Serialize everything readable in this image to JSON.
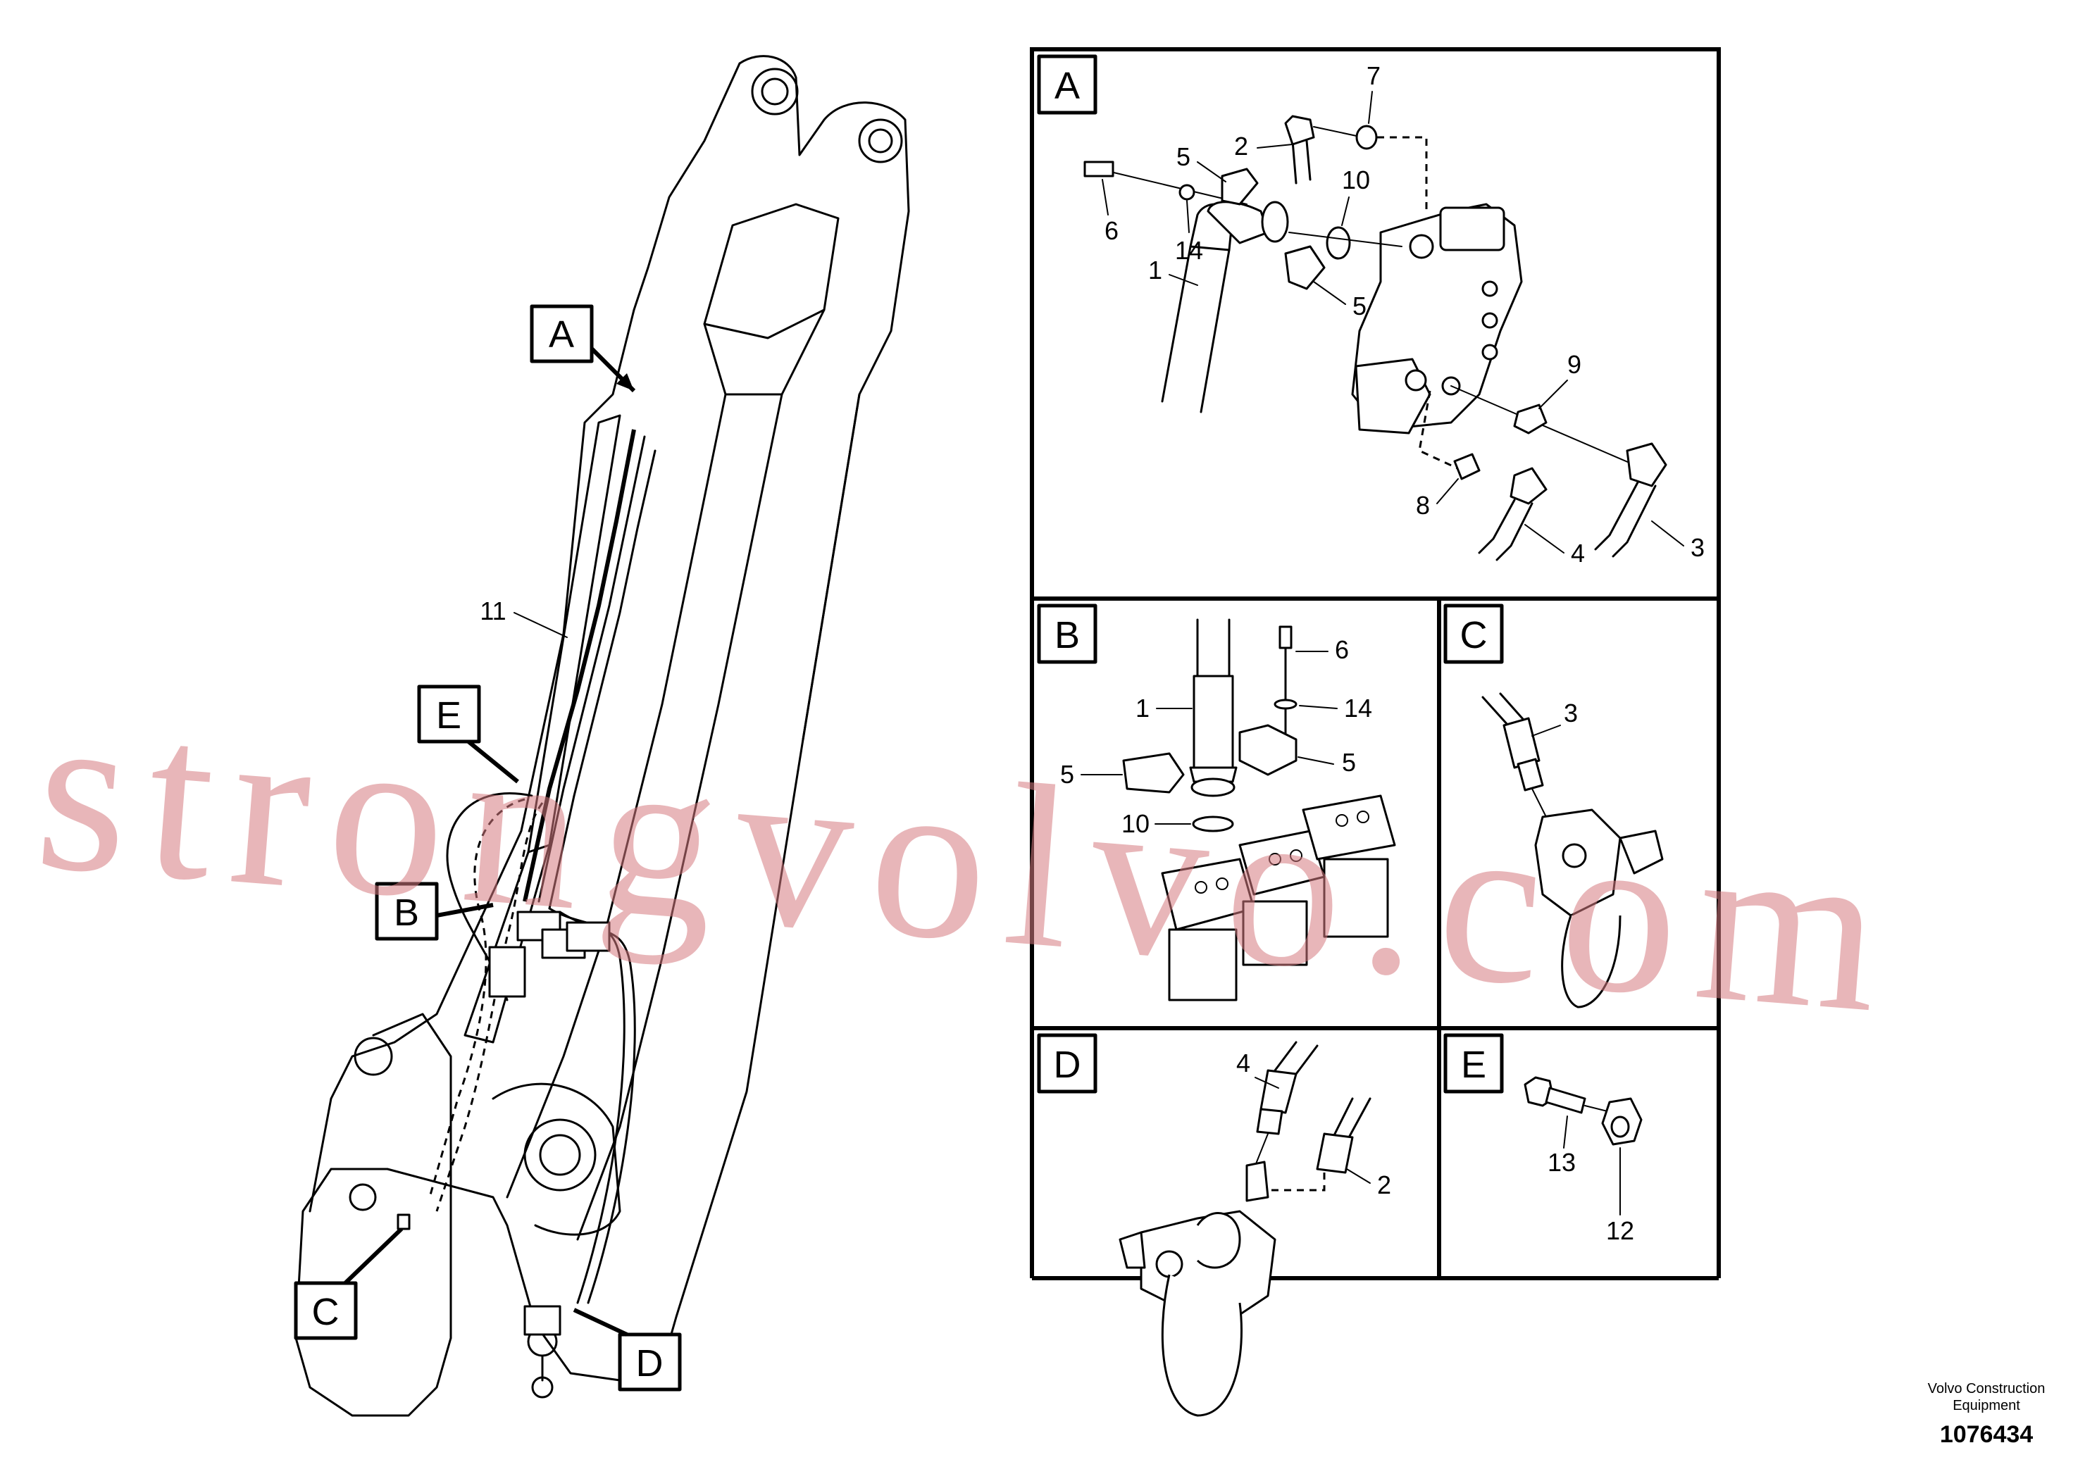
{
  "callouts": {
    "A": "A",
    "B": "B",
    "C": "C",
    "D": "D",
    "E": "E"
  },
  "boom_label": "11",
  "panel_a": {
    "title": "A",
    "labels": [
      "7",
      "2",
      "5",
      "10",
      "6",
      "14",
      "1",
      "5",
      "9",
      "8",
      "4",
      "3"
    ]
  },
  "panel_b": {
    "title": "B",
    "labels": [
      "6",
      "1",
      "14",
      "5",
      "5",
      "10"
    ]
  },
  "panel_c": {
    "title": "C",
    "labels": [
      "3"
    ]
  },
  "panel_d": {
    "title": "D",
    "labels": [
      "4",
      "2"
    ]
  },
  "panel_e": {
    "title": "E",
    "labels": [
      "13",
      "12"
    ]
  },
  "watermark": "strongvolvo.com",
  "credit": {
    "line1": "Volvo Construction",
    "line2": "Equipment",
    "drawing_number": "1076434"
  }
}
